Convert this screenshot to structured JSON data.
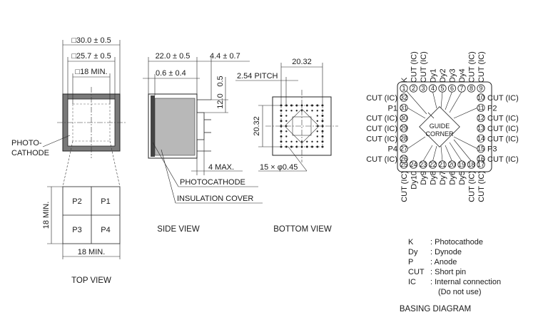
{
  "top_view": {
    "dim_outer": "□30.0 ± 0.5",
    "dim_mid": "□25.7 ± 0.5",
    "dim_inner": "□18 MIN.",
    "photocathode_label_1": "PHOTO-",
    "photocathode_label_2": "CATHODE",
    "anodes": [
      "P2",
      "P1",
      "P3",
      "P4"
    ],
    "dim_18_left": "18 MIN.",
    "dim_18_bottom": "18 MIN.",
    "caption": "TOP VIEW"
  },
  "side_view": {
    "dim_length": "22.0 ± 0.5",
    "dim_pin_len": "4.4 ± 0.7",
    "dim_gap": "0.6 ± 0.4",
    "dim_12": "12.0",
    "dim_05": "0.5",
    "dim_4max": "4 MAX.",
    "photocathode": "PHOTOCATHODE",
    "insulation": "INSULATION COVER",
    "caption": "SIDE VIEW"
  },
  "bottom_view": {
    "dim_width": "20.32",
    "dim_pitch": "2.54 PITCH",
    "dim_height": "20.32",
    "dim_pins": "15 × φ0.45",
    "caption": "BOTTOM VIEW"
  },
  "basing": {
    "top_labels": [
      "K",
      "CUT (IC)",
      "CUT (IC)",
      "Dy1",
      "Dy2",
      "Dy3",
      "Dy4",
      "CUT (IC)",
      "CUT (IC)"
    ],
    "bottom_labels": [
      "CUT (IC)",
      "Dy10",
      "Dy9",
      "Dy8",
      "Dy7",
      "Dy6",
      "Dy5",
      "CUT (IC)",
      "CUT (IC)"
    ],
    "left_labels": [
      "CUT (IC)",
      "P1",
      "CUT (IC)",
      "CUT (IC)",
      "CUT (IC)",
      "P4",
      "CUT (IC)"
    ],
    "right_labels": [
      "CUT (IC)",
      "P2",
      "CUT (IC)",
      "CUT (IC)",
      "CUT (IC)",
      "P3",
      "CUT (IC)"
    ],
    "pins_top": [
      "1",
      "2",
      "3",
      "4",
      "5",
      "6",
      "7",
      "8",
      "9"
    ],
    "pins_right": [
      "10",
      "11",
      "12",
      "13",
      "14",
      "15",
      "16"
    ],
    "pins_bottom": [
      "25",
      "24",
      "23",
      "22",
      "21",
      "20",
      "19",
      "18",
      "17"
    ],
    "pins_left": [
      "32",
      "31",
      "30",
      "29",
      "28",
      "27",
      "26"
    ],
    "guide_1": "GUIDE",
    "guide_2": "CORNER",
    "legend": [
      {
        "abbr": "K",
        "desc": ": Photocathode"
      },
      {
        "abbr": "Dy",
        "desc": ": Dynode"
      },
      {
        "abbr": "P",
        "desc": ": Anode"
      },
      {
        "abbr": "CUT",
        "desc": ": Short pin"
      },
      {
        "abbr": "IC",
        "desc": ": Internal connection"
      }
    ],
    "legend_note": "(Do not use)",
    "caption": "BASING DIAGRAM"
  }
}
